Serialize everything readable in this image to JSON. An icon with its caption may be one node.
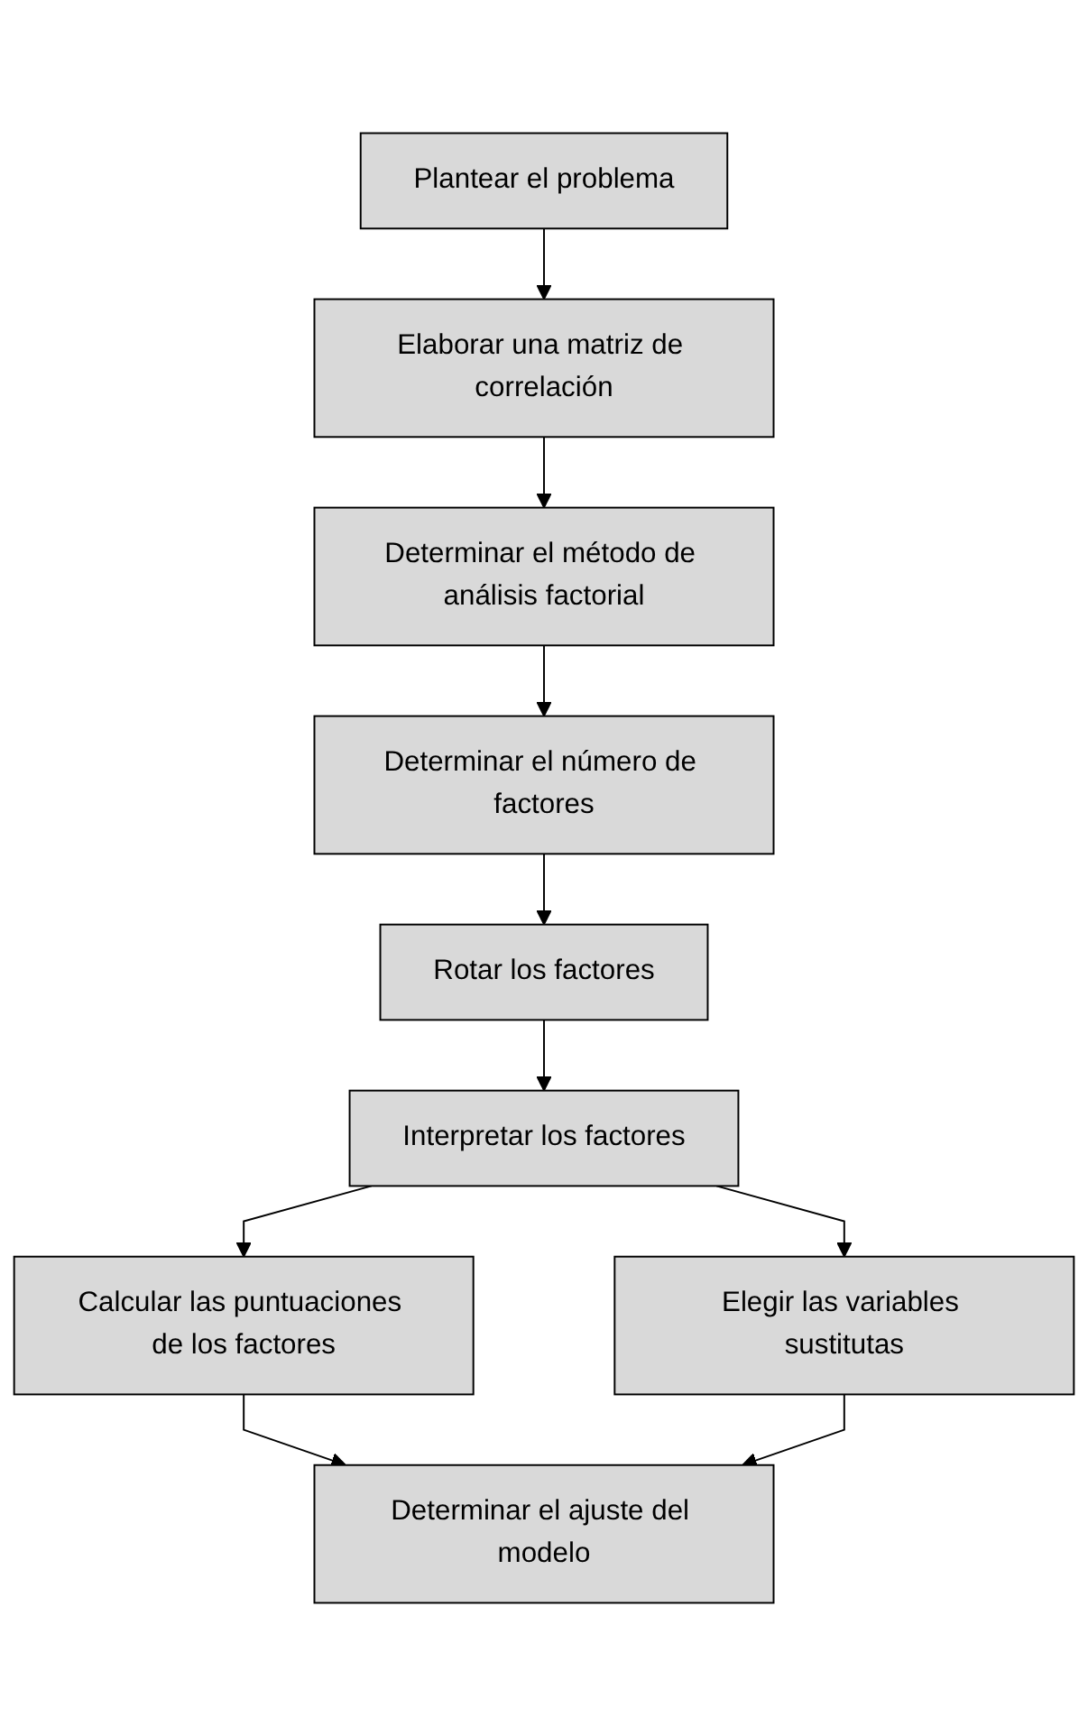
{
  "diagram": {
    "nodes": [
      {
        "text": [
          "Plantear el problema"
        ]
      },
      {
        "text": [
          "Elaborar una matriz de correlación"
        ]
      },
      {
        "text": [
          "Determinar el método de análisis factorial"
        ]
      },
      {
        "text": [
          "Determinar el número de factores"
        ]
      },
      {
        "text": [
          "Rotar los factores"
        ]
      },
      {
        "text": [
          "Interpretar los factores"
        ]
      },
      {
        "text": [
          "Calcular las puntuaciones de los factores"
        ]
      },
      {
        "text": [
          "Elegir las variables sustitutas"
        ]
      },
      {
        "text": [
          "Determinar el ajuste del modelo"
        ]
      }
    ],
    "edges": [
      {
        "from": 0,
        "to": 1,
        "arrow": "to"
      },
      {
        "from": 1,
        "to": 2,
        "arrow": "to"
      },
      {
        "from": 2,
        "to": 3,
        "arrow": "to"
      },
      {
        "from": 3,
        "to": 4,
        "arrow": "to"
      },
      {
        "from": 4,
        "to": 5,
        "arrow": "to"
      },
      {
        "from": 5,
        "to": 6,
        "arrow": "to"
      },
      {
        "from": 5,
        "to": 7,
        "arrow": "to"
      },
      {
        "from": 6,
        "to": 8,
        "arrow": "to"
      },
      {
        "from": 7,
        "to": 8,
        "arrow": "to"
      }
    ]
  }
}
